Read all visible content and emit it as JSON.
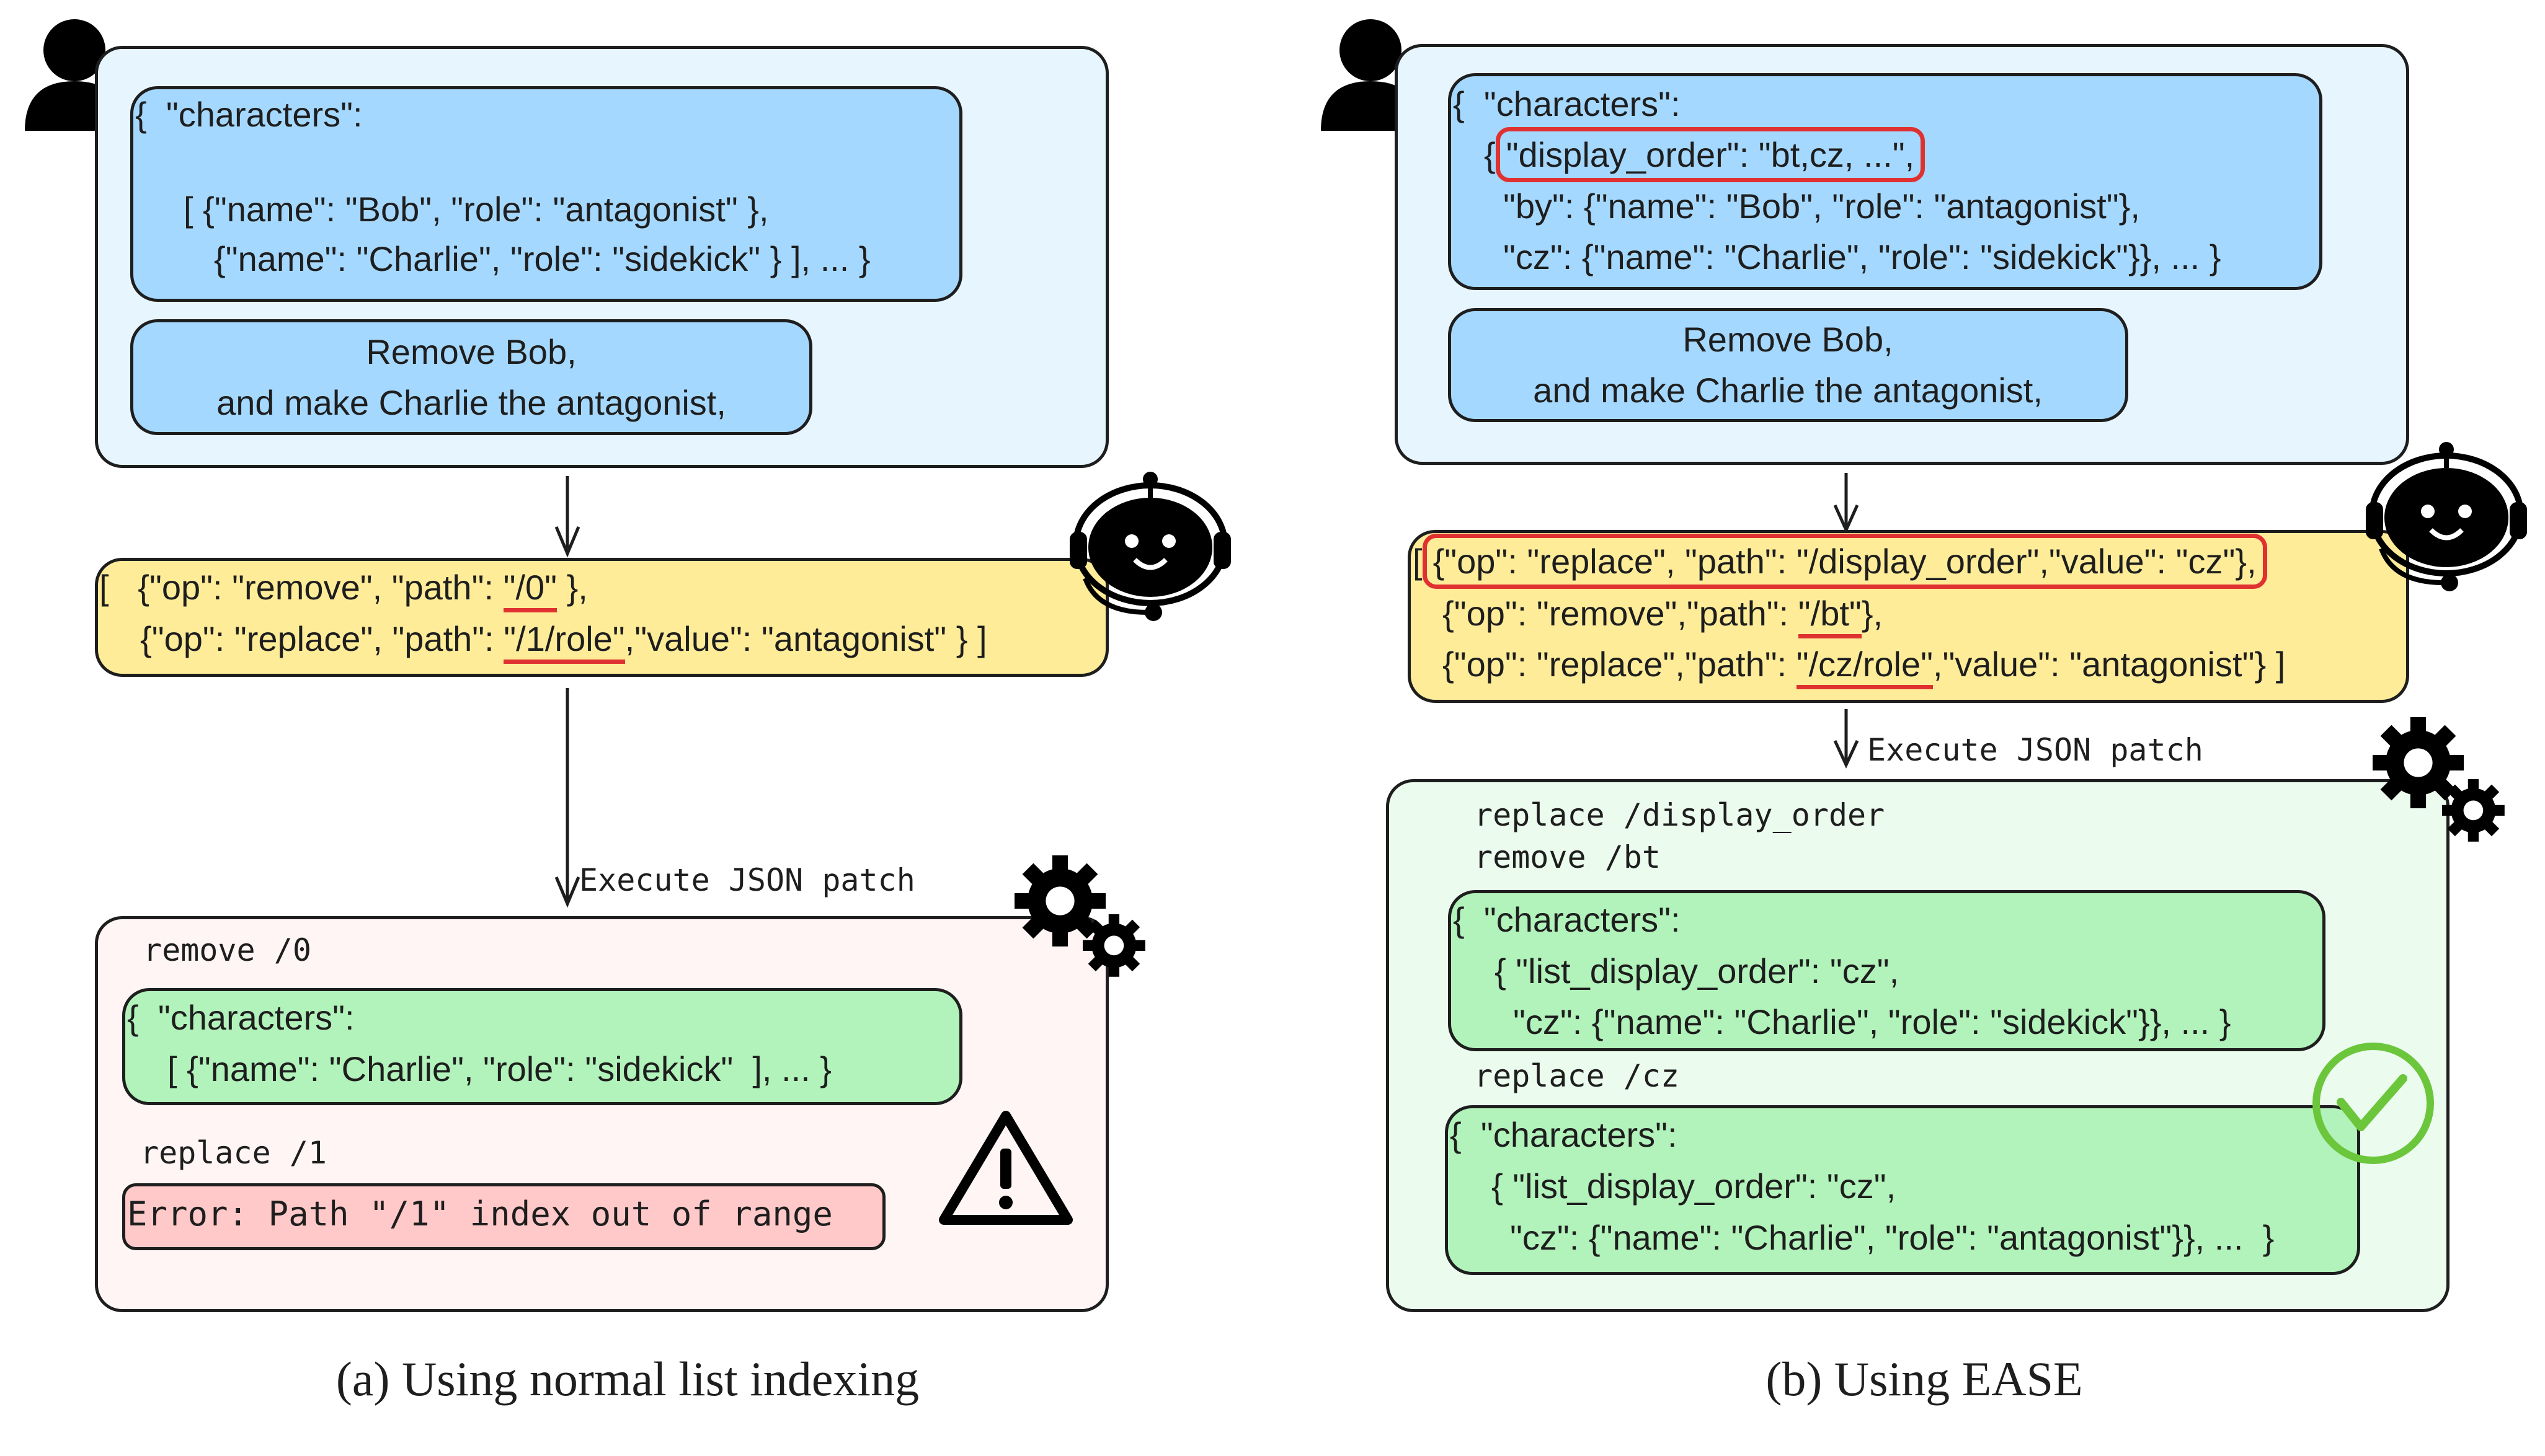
{
  "panel_a": {
    "input_json": [
      "{  \"characters\":",
      "[ {\"name\": \"Bob\", \"role\": \"antagonist\" },",
      "{\"name\": \"Charlie\", \"role\": \"sidekick\" } ], ... }"
    ],
    "instruction": [
      "Remove Bob,",
      "and make Charlie the antagonist,"
    ],
    "patch": {
      "line1_pre": "[   {\"op\": \"remove\", \"path\": ",
      "line1_mark": "\"/0\"",
      "line1_post": " },",
      "line2_pre": "{\"op\": \"replace\", \"path\": ",
      "line2_mark": "\"/1/role\"",
      "line2_post": ",\"value\": \"antagonist\" } ]"
    },
    "execute_label": "Execute JSON patch",
    "step1": "remove /0",
    "step1_json": [
      "{  \"characters\":",
      "[ {\"name\": \"Charlie\", \"role\": \"sidekick\"  ], ... }"
    ],
    "step2": "replace /1",
    "error": "Error: Path \"/1\" index out of range",
    "caption": "(a) Using normal list indexing"
  },
  "panel_b": {
    "input_json": [
      "{  \"characters\":",
      "{",
      "\"display_order\": \"bt,cz, ...\",",
      "\"by\": {\"name\": \"Bob\", \"role\": \"antagonist\"},",
      "\"cz\": {\"name\": \"Charlie\", \"role\": \"sidekick\"}}, ... }"
    ],
    "instruction": [
      "Remove Bob,",
      "and make Charlie the antagonist,"
    ],
    "patch": {
      "line1_pre": "[",
      "line1_mark": "{\"op\": \"replace\", \"path\": \"/display_order\",\"value\": \"cz\"},",
      "line2_pre": "{\"op\": \"remove\",\"path\": ",
      "line2_mark": "\"/bt\"",
      "line2_post": "},",
      "line3_pre": "{\"op\": \"replace\",\"path\": ",
      "line3_mark": "\"/cz/role\"",
      "line3_post": ",\"value\": \"antagonist\"} ]"
    },
    "execute_label": "Execute JSON patch",
    "step1": "replace /display_order",
    "step2": "remove /bt",
    "step2_json": [
      "{  \"characters\":",
      "{ \"list_display_order\": \"cz\",",
      "\"cz\": {\"name\": \"Charlie\", \"role\": \"sidekick\"}}, ... }"
    ],
    "step3": "replace /cz",
    "step3_json": [
      "{  \"characters\":",
      "{ \"list_display_order\": \"cz\",",
      "\"cz\": {\"name\": \"Charlie\", \"role\": \"antagonist\"}}, ...  }"
    ],
    "caption": "(b) Using EASE"
  },
  "icons": [
    "user-icon",
    "robot-icon",
    "gears-icon",
    "warning-icon",
    "check-circle-icon"
  ],
  "colors": {
    "highlight": "#e03131",
    "success": "#6bc63b",
    "user_bg": "#a5d8ff",
    "patch_bg": "#ffec99",
    "result_bg": "#b2f2bb",
    "error_bg": "#ffc9c9"
  }
}
